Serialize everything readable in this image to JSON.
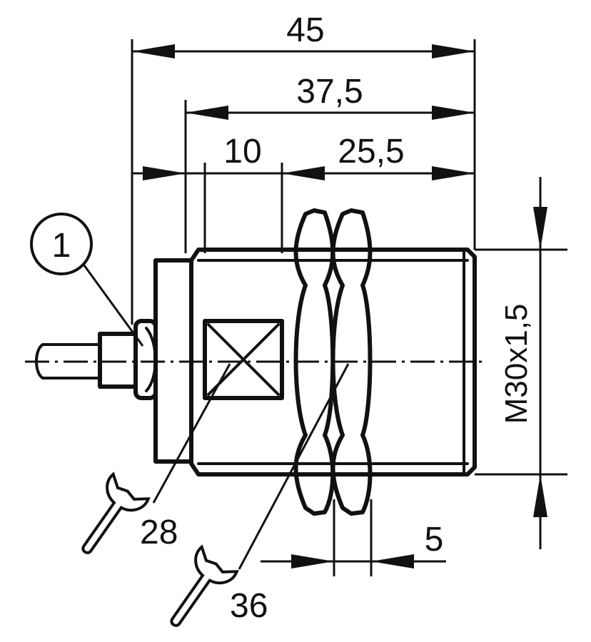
{
  "dimensions": {
    "overall_length": "45",
    "thread_to_front": "37,5",
    "hex_flat_length": "10",
    "thread_length": "25,5",
    "nut_width": "5",
    "thread_spec": "M30x1,5"
  },
  "callout": {
    "number": "1"
  },
  "wrench_sizes": {
    "body": "28",
    "nut": "36"
  }
}
